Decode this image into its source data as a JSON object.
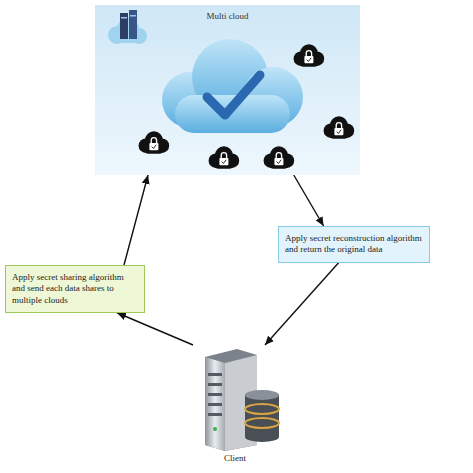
{
  "diagram": {
    "nodes": [
      {
        "text": [
          "Multi cloud"
        ]
      },
      {
        "text": [
          "Apply secret sharing algorithm and send each data shares to multiple clouds"
        ]
      },
      {
        "text": [
          "Apply secret reconstruction algorithm and return the original data"
        ]
      },
      {
        "text": [
          "Client"
        ]
      }
    ],
    "edges": [
      {
        "from": 3,
        "to": 1,
        "arrow": "to"
      },
      {
        "from": 1,
        "to": 0,
        "arrow": "to"
      },
      {
        "from": 0,
        "to": 2,
        "arrow": "to"
      },
      {
        "from": 2,
        "to": 3,
        "arrow": "to"
      }
    ]
  }
}
